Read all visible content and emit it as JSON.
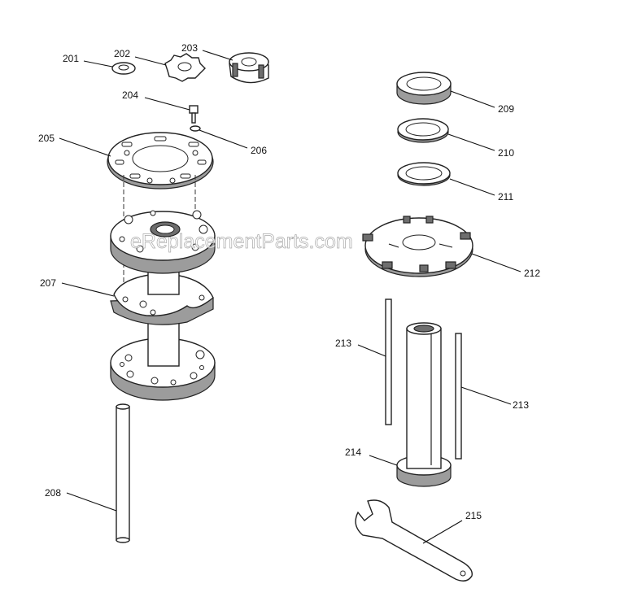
{
  "watermark": "eReplacementParts.com",
  "labels": {
    "p201": "201",
    "p202": "202",
    "p203": "203",
    "p204": "204",
    "p205": "205",
    "p206": "206",
    "p207": "207",
    "p208": "208",
    "p209": "209",
    "p210": "210",
    "p211": "211",
    "p212": "212",
    "p213a": "213",
    "p213b": "213",
    "p214": "214",
    "p215": "215"
  }
}
